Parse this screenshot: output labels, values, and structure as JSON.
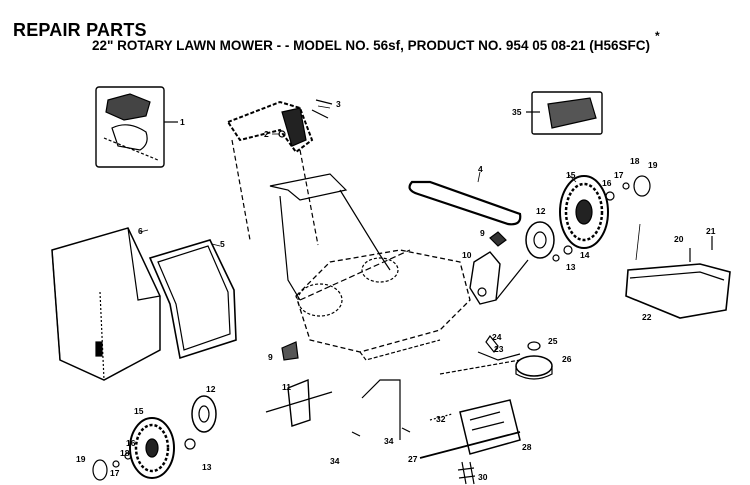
{
  "header": {
    "title": "REPAIR PARTS",
    "subtitle": "22\" ROTARY LAWN MOWER - - MODEL NO. 56sf, PRODUCT NO. 954 05 08-21 (H56SFC)",
    "asterisk": "*"
  },
  "callouts": {
    "c1": "1",
    "c2": "2",
    "c3": "3",
    "c4": "4",
    "c5": "5",
    "c6": "6",
    "c9a": "9",
    "c9b": "9",
    "c10": "10",
    "c11": "11",
    "c12a": "12",
    "c12b": "12",
    "c13a": "13",
    "c13b": "13",
    "c14": "14",
    "c15a": "15",
    "c15b": "15",
    "c16a": "16",
    "c16b": "16",
    "c17a": "17",
    "c17b": "17",
    "c18a": "18",
    "c18b": "18",
    "c19a": "19",
    "c19b": "19",
    "c20": "20",
    "c21": "21",
    "c22": "22",
    "c23": "23",
    "c24": "24",
    "c25": "25",
    "c26": "26",
    "c27": "27",
    "c28": "28",
    "c30": "30",
    "c32": "32",
    "c34a": "34",
    "c34b": "34",
    "c35": "35"
  }
}
